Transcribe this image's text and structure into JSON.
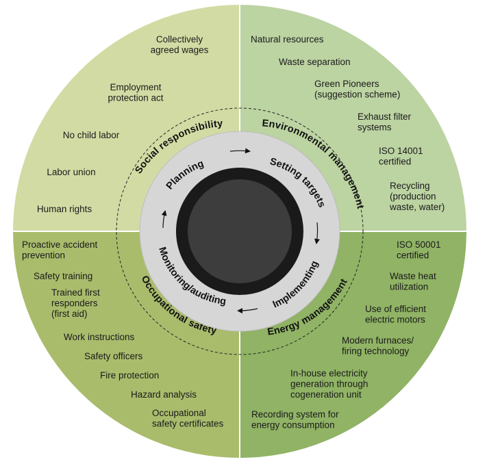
{
  "colors": {
    "quad_top_left": "#d3dba4",
    "quad_top_right": "#bcd3a2",
    "quad_bottom_left": "#a9bc6c",
    "quad_bottom_right": "#90b365",
    "divider": "#ffffff",
    "inner_ring": "#d6d6d6",
    "core_outer": "#1a1a1a",
    "core_inner": "#3d3d3d"
  },
  "quadrants": [
    {
      "id": "social",
      "title": "Social responsibility",
      "items": [
        [
          "Collectively",
          "agreed wages"
        ],
        [
          "Employment",
          "protection act"
        ],
        [
          "No child labor"
        ],
        [
          "Labor union"
        ],
        [
          "Human rights"
        ]
      ]
    },
    {
      "id": "environmental",
      "title": "Environmental management",
      "items": [
        [
          "Natural resources"
        ],
        [
          "Waste separation"
        ],
        [
          "Green Pioneers",
          "(suggestion scheme)"
        ],
        [
          "Exhaust filter",
          "systems"
        ],
        [
          "ISO 14001",
          "certified"
        ],
        [
          "Recycling",
          "(production",
          "waste, water)"
        ]
      ]
    },
    {
      "id": "occupational",
      "title": "Occupational safety",
      "items": [
        [
          "Proactive accident",
          "prevention"
        ],
        [
          "Safety training"
        ],
        [
          "Trained first",
          "responders",
          "(first aid)"
        ],
        [
          "Work instructions"
        ],
        [
          "Safety officers"
        ],
        [
          "Fire protection"
        ],
        [
          "Hazard analysis"
        ],
        [
          "Occupational",
          "safety certificates"
        ]
      ]
    },
    {
      "id": "energy",
      "title": "Energy management",
      "items": [
        [
          "ISO 50001",
          "certified"
        ],
        [
          "Waste heat",
          "utilization"
        ],
        [
          "Use of efficient",
          "electric motors"
        ],
        [
          "Modern furnaces/",
          "firing technology"
        ],
        [
          "In-house electricity",
          "generation through",
          "cogeneration unit"
        ],
        [
          "Recording system for",
          "energy consumption"
        ]
      ]
    }
  ],
  "cycle": [
    "Planning",
    "Setting targets",
    "Implementing",
    "Monitoring/auditing"
  ]
}
